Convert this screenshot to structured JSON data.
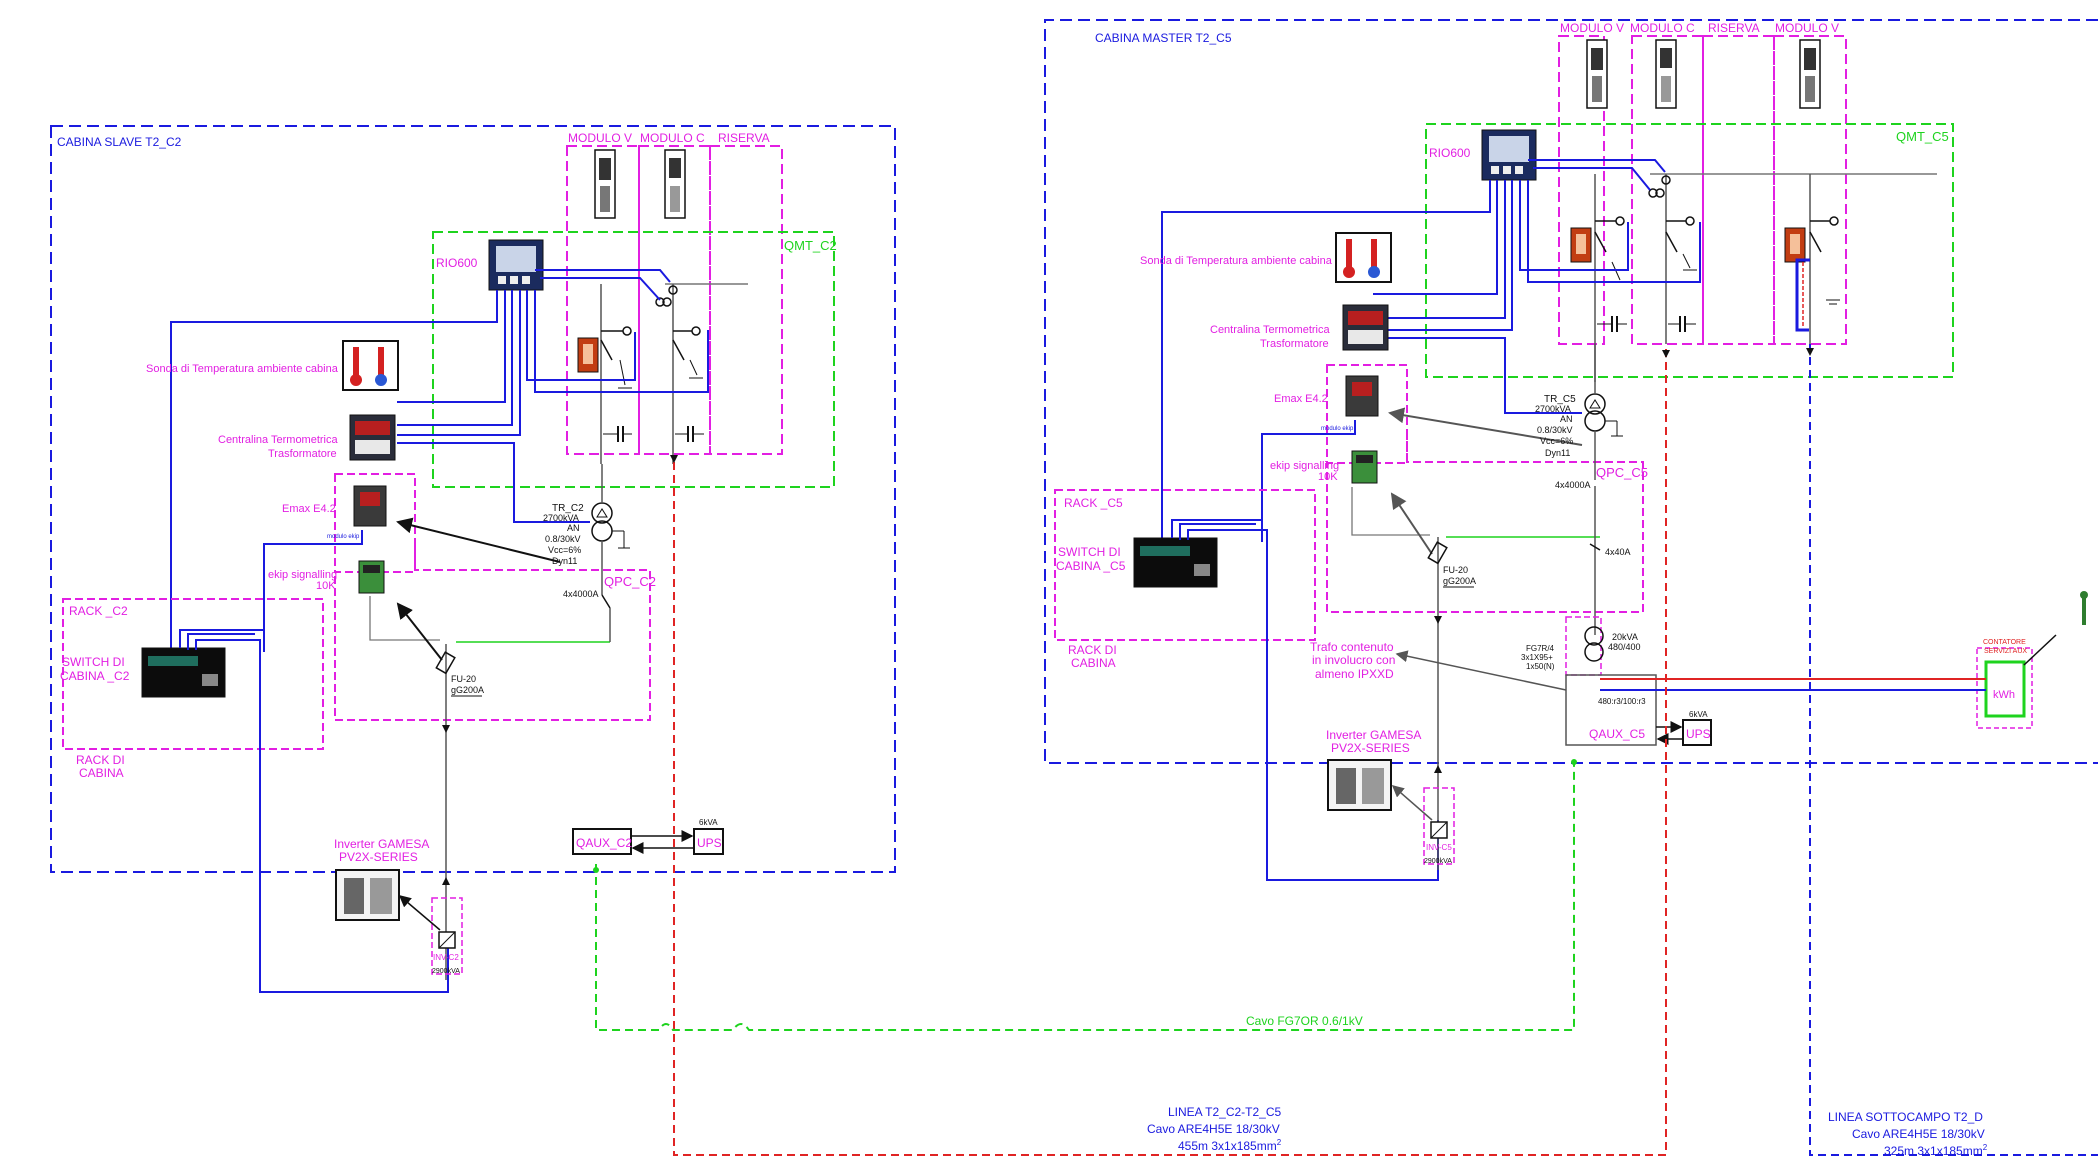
{
  "colors": {
    "blue": "#1a1adf",
    "magenta": "#e21fe2",
    "green": "#1ed31e",
    "red": "#e02424",
    "black": "#111111",
    "gray": "#7a7a7a"
  },
  "left": {
    "cabin_title": "CABINA SLAVE T2_C2",
    "modulo_v": "MODULO V",
    "modulo_c": "MODULO C",
    "riserva": "RISERVA",
    "qmt": "QMT_C2",
    "rio": "RIO600",
    "sonda": "Sonda di Temperatura ambiente cabina",
    "centralina_1": "Centralina Termometrica",
    "centralina_2": "Trasformatore",
    "emax": "Emax E4.2",
    "modulo_ekip": "modulo ekip",
    "ekip_1": "ekip signalling",
    "ekip_2": "10K",
    "rack": "RACK _C2",
    "switch_1": "SWITCH DI",
    "switch_2": "CABINA _C2",
    "rack_cabina_1": "RACK DI",
    "rack_cabina_2": "CABINA",
    "tr_name": "TR_C2",
    "tr_kva": "2700kVA",
    "tr_an": "AN",
    "tr_kv": "0.8/30kV",
    "tr_vcc": "Vcc=6%",
    "tr_dyn": "Dyn11",
    "qpc": "QPC_C2",
    "breaker": "4x4000A",
    "fu_1": "FU-20",
    "fu_2": "gG200A",
    "qaux": "QAUX_C2",
    "ups": "UPS",
    "ups_kva": "6kVA",
    "inverter_1": "Inverter GAMESA",
    "inverter_2": "PV2X-SERIES",
    "inv": "INV-C2",
    "inv_kw": "2900kVA"
  },
  "right": {
    "cabin_title": "CABINA MASTER T2_C5",
    "modulo_v": "MODULO V",
    "modulo_c": "MODULO C",
    "riserva": "RISERVA",
    "modulo_v2": "MODULO V",
    "qmt": "QMT_C5",
    "rio": "RIO600",
    "sonda": "Sonda di Temperatura ambiente cabina",
    "centralina_1": "Centralina Termometrica",
    "centralina_2": "Trasformatore",
    "emax": "Emax E4.2",
    "modulo_ekip": "modulo ekip",
    "ekip_1": "ekip signalling",
    "ekip_2": "10K",
    "rack": "RACK _C5",
    "switch_1": "SWITCH DI",
    "switch_2": "CABINA _C5",
    "rack_cabina_1": "RACK DI",
    "rack_cabina_2": "CABINA",
    "tr_name": "TR_C5",
    "tr_kva": "2700kVA",
    "tr_an": "AN",
    "tr_kv": "0.8/30kV",
    "tr_vcc": "Vcc=6%",
    "tr_dyn": "Dyn11",
    "qpc": "QPC_C5",
    "breaker": "4x4000A",
    "aux_breaker": "4x40A",
    "fu_1": "FU-20",
    "fu_2": "gG200A",
    "trafo_1": "Trafo contenuto",
    "trafo_2": "in involucro con",
    "trafo_3": "almeno IPXXD",
    "aux_tr_kva": "20kVA",
    "aux_tr_v": "480/400",
    "cable_1": "FG7R/4",
    "cable_2": "3x1X95+",
    "cable_3": "1x50(N)",
    "ratio": "480:r3/100:r3",
    "qaux": "QAUX_C5",
    "ups": "UPS",
    "ups_kva": "6kVA",
    "inverter_1": "Inverter GAMESA",
    "inverter_2": "PV2X-SERIES",
    "inv": "INV-C5",
    "inv_kw": "2900kVA",
    "contatore_1": "CONTATORE",
    "contatore_2": "SERVIZI AUX",
    "kwh": "kWh"
  },
  "cables": {
    "fg7": "Cavo FG7OR 0.6/1kV",
    "linea_1": "LINEA T2_C2-T2_C5",
    "linea_2": "Cavo ARE4H5E 18/30kV",
    "linea_3": "455m 3x1x185mm",
    "sotto_1": "LINEA  SOTTOCAMPO T2_D",
    "sotto_2": "Cavo ARE4H5E 18/30kV",
    "sotto_3": "325m 3x1x185mm",
    "sup": "2"
  }
}
